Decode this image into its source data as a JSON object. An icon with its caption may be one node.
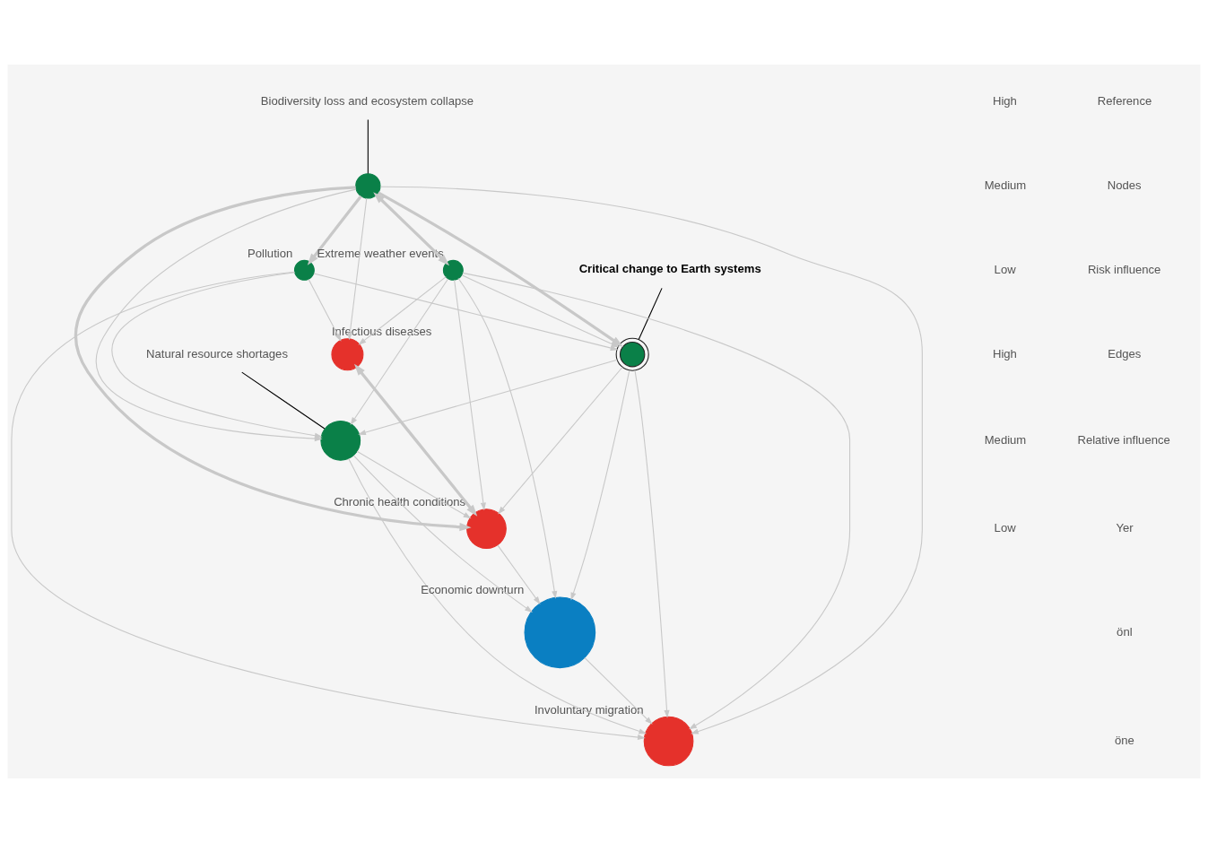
{
  "diagram": {
    "nodes": [
      {
        "text": [
          "Natural resource shortages"
        ]
      },
      {
        "text": [
          "Critical change to Earth systems"
        ]
      },
      {
        "text": [
          "Biodiversity loss and ecosystem collapse"
        ]
      },
      {
        "text": [],
        "shape": "circle"
      },
      {
        "text": [],
        "shape": "circle"
      },
      {
        "text": [],
        "shape": "circle"
      },
      {
        "text": [],
        "shape": "circle",
        "beside": [
          "Pollution"
        ]
      },
      {
        "text": [],
        "shape": "circle",
        "beside": [
          "Extreme weather events"
        ]
      },
      {
        "text": [],
        "shape": "circle",
        "beside": [
          "Involuntary migration"
        ]
      },
      {
        "text": [],
        "shape": "circle",
        "beside": [
          "Infectious diseases"
        ]
      },
      {
        "text": [],
        "shape": "circle",
        "beside": [
          "Chronic health conditions"
        ]
      },
      {
        "text": [],
        "shape": "circle",
        "beside": [
          "Economic downturn"
        ]
      }
    ],
    "edges": [
      {
        "from": 0,
        "to": 3,
        "arrow": "none",
        "color": "#000000"
      },
      {
        "from": 1,
        "to": 4,
        "arrow": "none",
        "color": "#000000"
      },
      {
        "from": 2,
        "to": 5,
        "arrow": "none",
        "color": "#000000"
      },
      {
        "from": 5,
        "to": 4,
        "arrow": "to",
        "style": "thick"
      },
      {
        "from": 6,
        "to": 4,
        "arrow": "to"
      },
      {
        "from": 7,
        "to": 4,
        "arrow": "to"
      },
      {
        "from": 5,
        "to": 7,
        "arrow": "both",
        "style": "thick"
      },
      {
        "from": 5,
        "to": 6,
        "arrow": "to",
        "style": "thick"
      },
      {
        "from": 4,
        "to": 3,
        "arrow": "to"
      },
      {
        "from": 5,
        "to": 3,
        "arrow": "to"
      },
      {
        "from": 6,
        "to": 3,
        "arrow": "to"
      },
      {
        "from": 7,
        "to": 3,
        "arrow": "to"
      },
      {
        "from": 3,
        "to": 8,
        "arrow": "to"
      },
      {
        "from": 4,
        "to": 8,
        "arrow": "to"
      },
      {
        "from": 5,
        "to": 8,
        "arrow": "to"
      },
      {
        "from": 6,
        "to": 8,
        "arrow": "to"
      },
      {
        "from": 7,
        "to": 8,
        "arrow": "to"
      },
      {
        "from": 6,
        "to": 9,
        "arrow": "to"
      },
      {
        "from": 5,
        "to": 9,
        "arrow": "to"
      },
      {
        "from": 7,
        "to": 9,
        "arrow": "to"
      },
      {
        "from": 4,
        "to": 10,
        "arrow": "to"
      },
      {
        "from": 5,
        "to": 10,
        "arrow": "to",
        "style": "thick"
      },
      {
        "from": 7,
        "to": 10,
        "arrow": "to"
      },
      {
        "from": 3,
        "to": 10,
        "arrow": "to"
      },
      {
        "from": 9,
        "to": 10,
        "arrow": "both",
        "style": "thick"
      },
      {
        "from": 3,
        "to": 11,
        "arrow": "to"
      },
      {
        "from": 4,
        "to": 11,
        "arrow": "to"
      },
      {
        "from": 7,
        "to": 11,
        "arrow": "to"
      },
      {
        "from": 10,
        "to": 11,
        "arrow": "to"
      },
      {
        "from": 11,
        "to": 8,
        "arrow": "to"
      }
    ],
    "labels": [
      "Reference",
      "Nodes",
      "Risk influence",
      "Edges",
      "Relative influence",
      "Yer",
      "önl",
      "öne"
    ],
    "legend": [
      {
        "text": "High"
      },
      {
        "text": "Medium"
      },
      {
        "text": "Low"
      },
      {
        "text": "High"
      },
      {
        "text": "Medium"
      },
      {
        "text": "Low"
      }
    ]
  }
}
